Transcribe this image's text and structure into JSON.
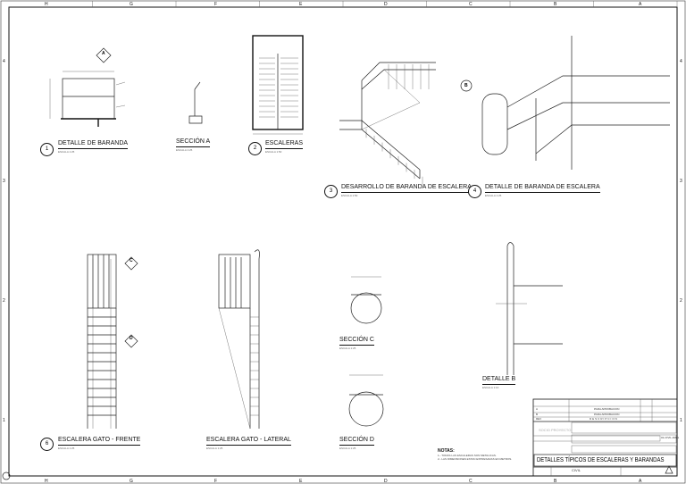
{
  "sheet": {
    "columns": [
      "H",
      "G",
      "F",
      "E",
      "D",
      "C",
      "B",
      "A"
    ],
    "rows": [
      "4",
      "3",
      "2",
      "1"
    ]
  },
  "details": [
    {
      "number": "1",
      "title": "DETALLE DE BARANDA",
      "scale": "ESCALA 1:25"
    },
    {
      "number": "",
      "title": "SECCIÓN A",
      "scale": "ESCALA 1:25"
    },
    {
      "number": "2",
      "title": "ESCALERAS",
      "scale": "ESCALA 1:50"
    },
    {
      "number": "3",
      "title": "DESARROLLO DE BARANDA DE ESCALERA",
      "scale": "ESCALA 1:50"
    },
    {
      "number": "4",
      "title": "DETALLE DE BARANDA DE ESCALERA",
      "scale": "ESCALA 1:25"
    },
    {
      "number": "6",
      "title": "ESCALERA GATO - FRENTE",
      "scale": "ESCALA 1:25"
    },
    {
      "number": "",
      "title": "ESCALERA GATO - LATERAL",
      "scale": "ESCALA 1:25"
    },
    {
      "number": "",
      "title": "SECCIÓN C",
      "scale": "ESCALA 1:25"
    },
    {
      "number": "",
      "title": "SECCIÓN D",
      "scale": "ESCALA 1:25"
    },
    {
      "number": "",
      "title": "DETALLE B",
      "scale": "ESCALA 1:10"
    }
  ],
  "callouts": {
    "a": "A",
    "b": "B",
    "c": "C",
    "d": "D"
  },
  "notes": {
    "title": "NOTAS:",
    "items": [
      "1.- TODAS LAS ESCALERAS SON METALICAS.",
      "2.- LAS DIMENSIONES ESTAN EXPRESADAS EN METROS."
    ]
  },
  "title_block": {
    "revisions": [
      "A",
      "B",
      "REV"
    ],
    "rev_desc": [
      "PARA APROBACION",
      "PARA APROBACION",
      "DESCRIPCION"
    ],
    "logo_text": "SOCIO PROYECTO",
    "drawing_title": "DETALLES TÍPICOS DE ESCALERAS Y BARANDAS",
    "discipline": "CIVIL",
    "sheet_code": "01-CIVIL-DWG"
  }
}
